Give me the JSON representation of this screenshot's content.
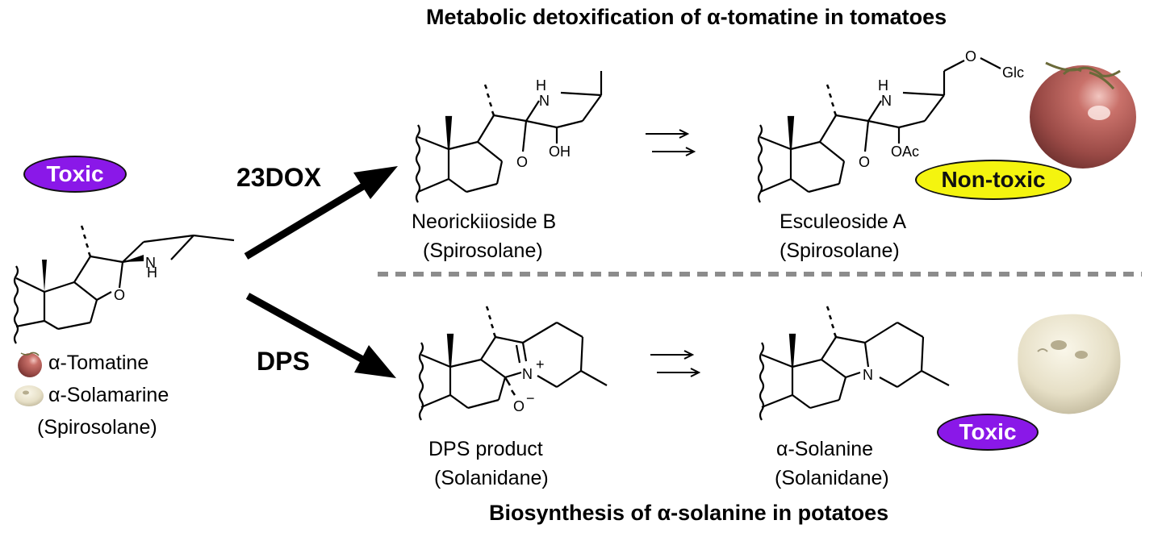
{
  "headings": {
    "top": "Metabolic detoxification of α-tomatine in tomatoes",
    "bottom": "Biosynthesis of α-solanine in potatoes"
  },
  "enzymes": {
    "upper": "23DOX",
    "lower": "DPS"
  },
  "badges": {
    "start": "Toxic",
    "esculeoside": "Non-toxic",
    "solanine": "Toxic"
  },
  "substrate": {
    "line1": "α-Tomatine",
    "line2": "α-Solamarine",
    "line3": "(Spirosolane)"
  },
  "products": {
    "neorickiioside": {
      "name": "Neorickiioside B",
      "class": "(Spirosolane)"
    },
    "esculeoside": {
      "name": "Esculeoside A",
      "class": "(Spirosolane)"
    },
    "dps_product": {
      "name": "DPS product",
      "class": "(Solanidane)"
    },
    "solanine": {
      "name": "α-Solanine",
      "class": "(Solanidane)"
    }
  },
  "atoms": {
    "N": "N",
    "H": "H",
    "O": "O",
    "OH": "OH",
    "OAc": "OAc",
    "Glc": "Glc",
    "Nplus": "N",
    "plus": "+",
    "Ominus": "O",
    "minus": "−"
  },
  "colors": {
    "toxic_badge": "#8a18e8",
    "nontoxic_badge": "#f4f40f",
    "tomato": "#b85a55",
    "potato": "#e8e2cc",
    "divider": "#8c8c8c"
  },
  "icons": [
    "tomato-icon",
    "potato-icon",
    "reaction-arrow-icon"
  ]
}
